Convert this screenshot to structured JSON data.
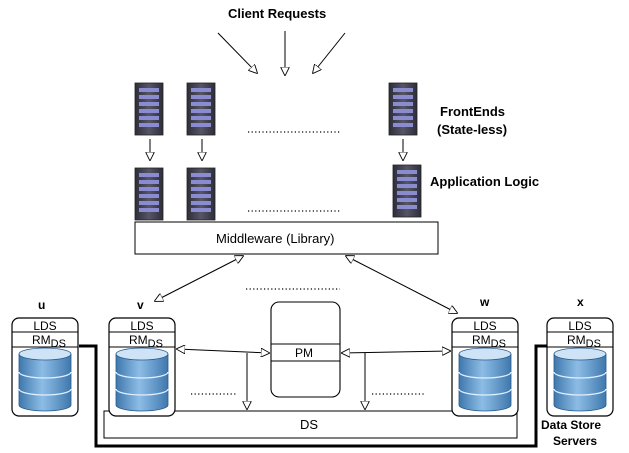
{
  "header": {
    "client_requests": "Client Requests"
  },
  "tiers": {
    "frontends": "FrontEnds",
    "frontends_note": "(State-less)",
    "app_logic": "Application Logic",
    "middleware": "Middleware (Library)"
  },
  "pm": {
    "label": "PM"
  },
  "ds": {
    "label": "DS"
  },
  "store_prefix": {
    "lds": "LDS",
    "rm": "RM",
    "rm_sub": "DS"
  },
  "nodes": [
    {
      "id": "u"
    },
    {
      "id": "v"
    },
    {
      "id": "w"
    },
    {
      "id": "x"
    }
  ],
  "footer": {
    "line1": "Data Store",
    "line2": "Servers"
  },
  "colors": {
    "server_body": "#4a4a5a",
    "server_panel": "#7e7ebe",
    "db_top": "#c9ddf2",
    "db_body": "#5f94c4"
  }
}
